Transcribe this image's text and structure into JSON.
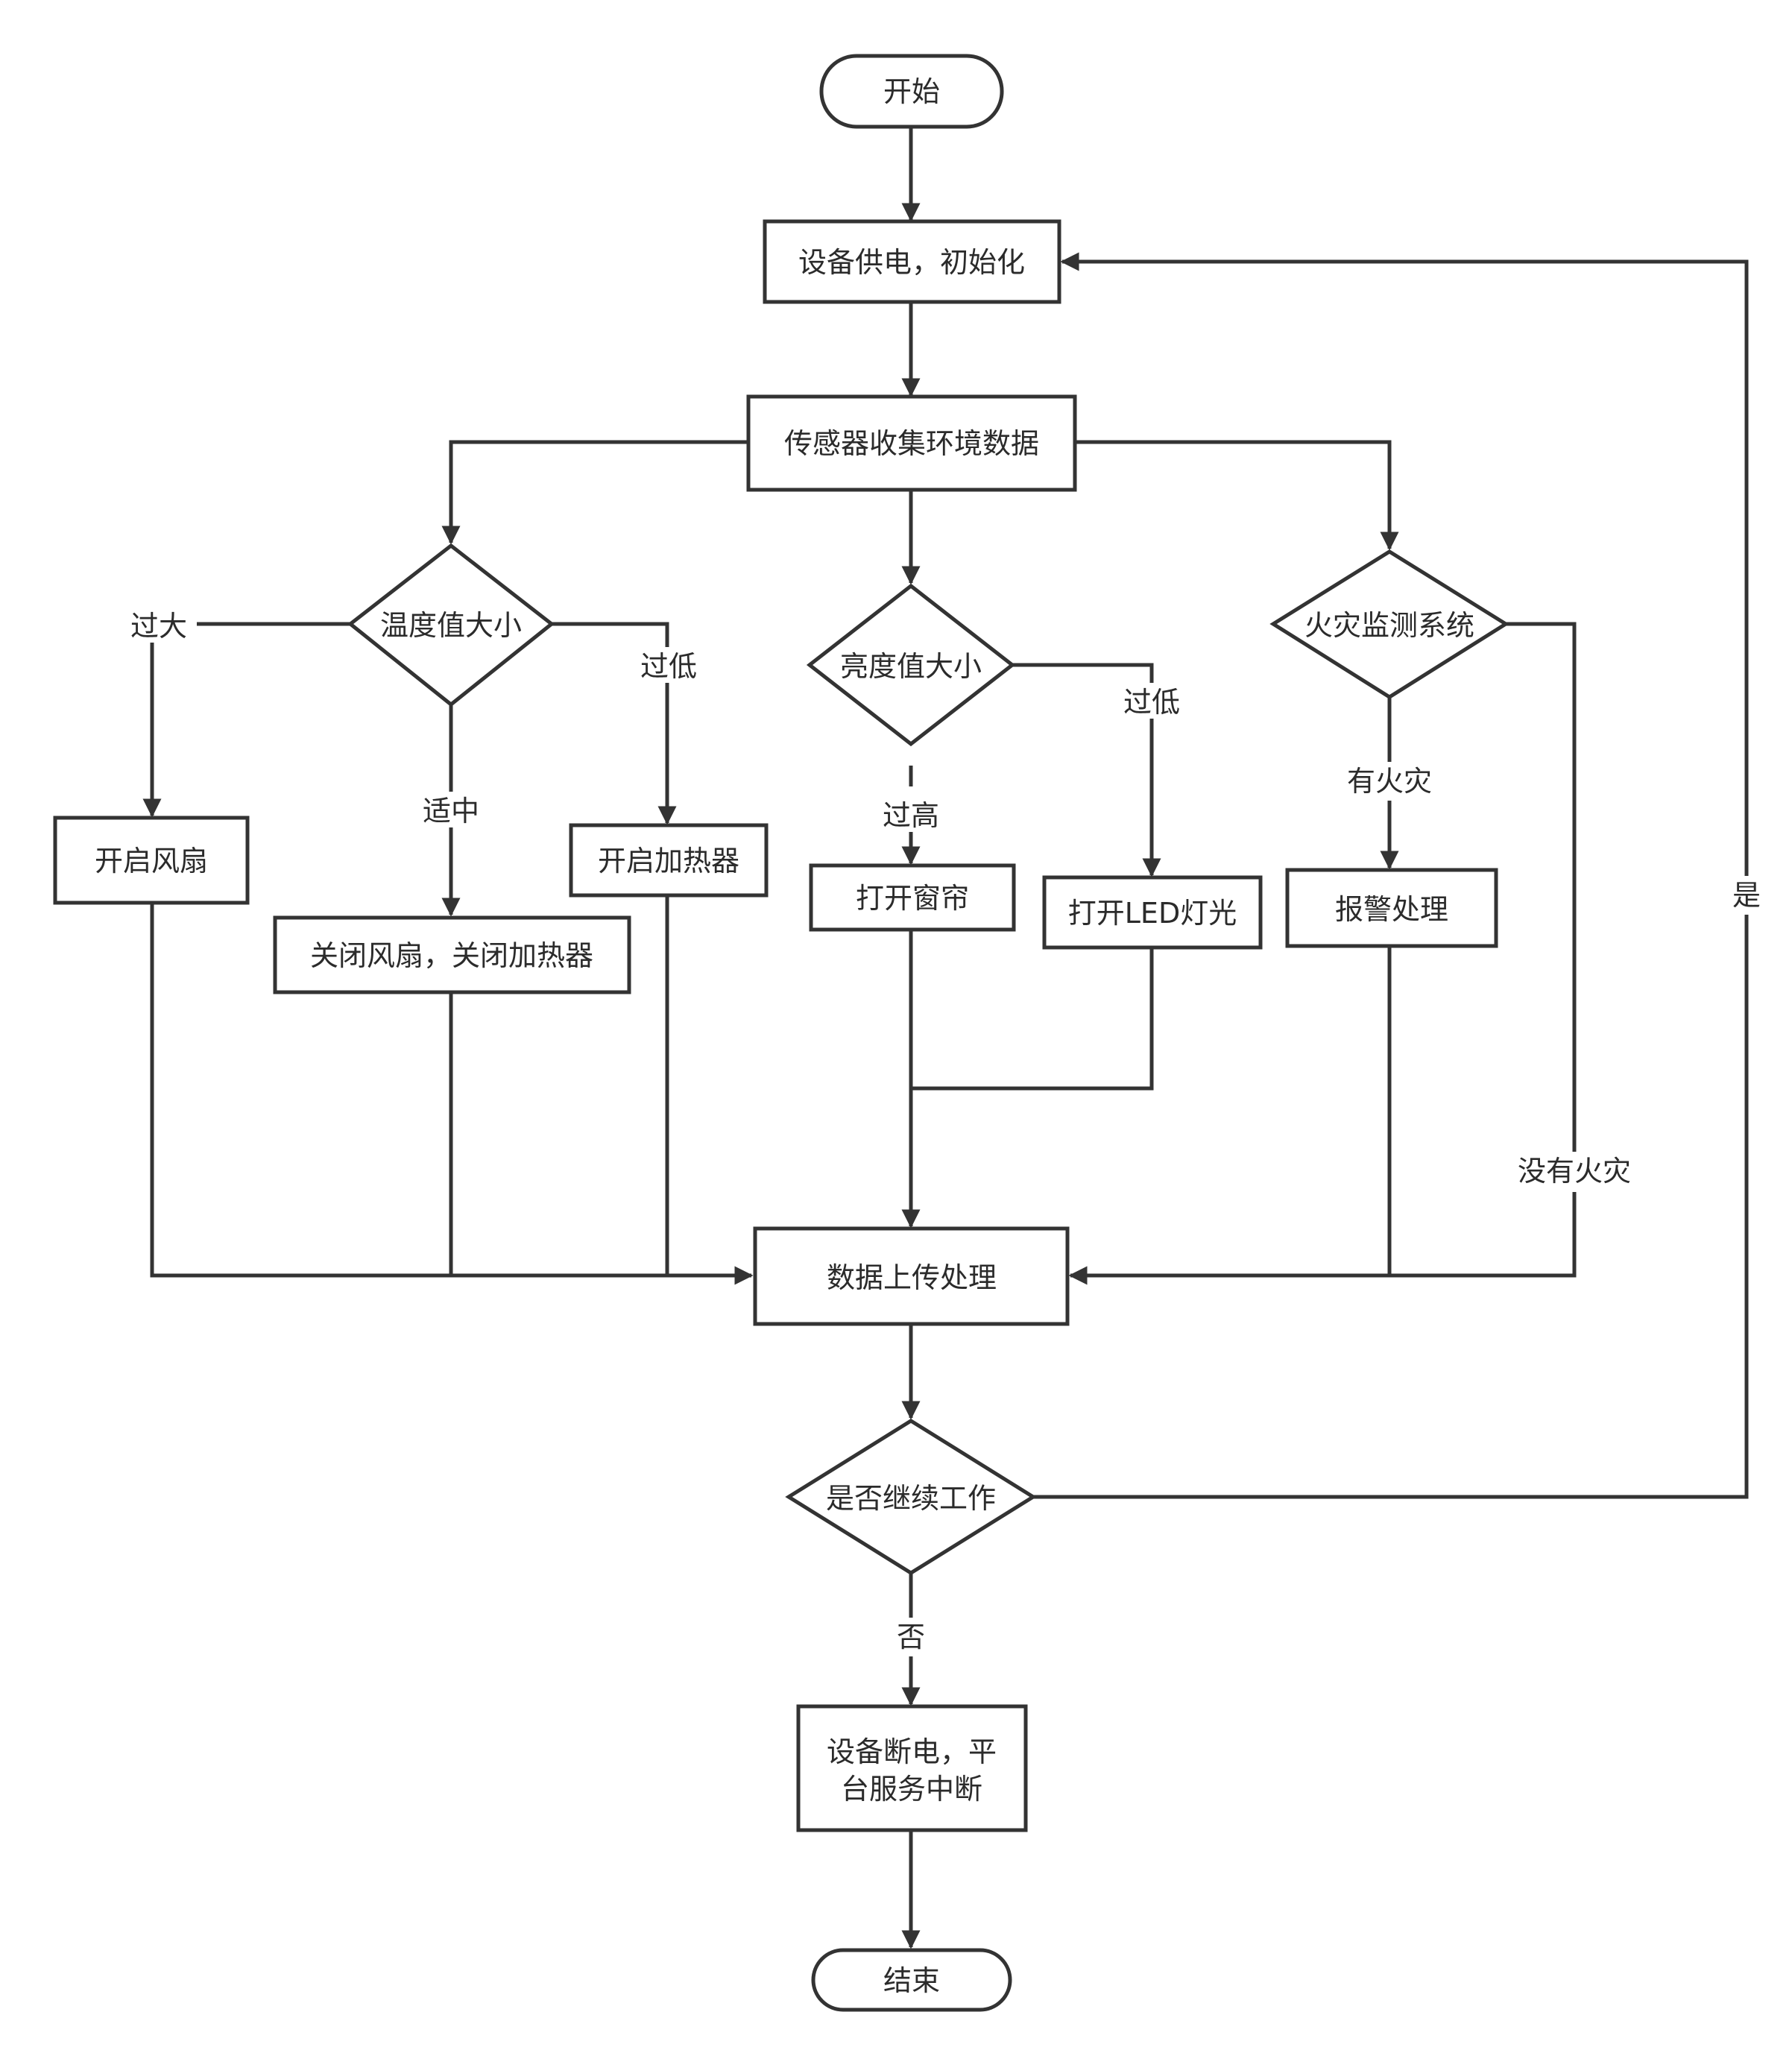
{
  "nodes": {
    "start": {
      "label": "开始"
    },
    "init": {
      "label": "设备供电，初始化"
    },
    "sense": {
      "label": "传感器收集环境数据"
    },
    "temp": {
      "label": "温度值大小"
    },
    "bright": {
      "label": "亮度值大小"
    },
    "fire": {
      "label": "火灾监测系统"
    },
    "fan_on": {
      "label": "开启风扇"
    },
    "fan_off": {
      "label": "关闭风扇，关闭加热器"
    },
    "heater_on": {
      "label": "开启加热器"
    },
    "curtain": {
      "label": "打开窗帘"
    },
    "led": {
      "label": "打开LED灯光"
    },
    "alarm": {
      "label": "报警处理"
    },
    "upload": {
      "label": "数据上传处理"
    },
    "continue": {
      "label": "是否继续工作"
    },
    "shutdown": {
      "lines": [
        "设备断电，平",
        "台服务中断"
      ]
    },
    "end": {
      "label": "结束"
    }
  },
  "edge_labels": {
    "temp_high": "过大",
    "temp_mid": "适中",
    "temp_low": "过低",
    "bright_high": "过高",
    "bright_low": "过低",
    "fire_yes": "有火灾",
    "fire_no": "没有火灾",
    "continue_yes": "是",
    "continue_no": "否"
  }
}
